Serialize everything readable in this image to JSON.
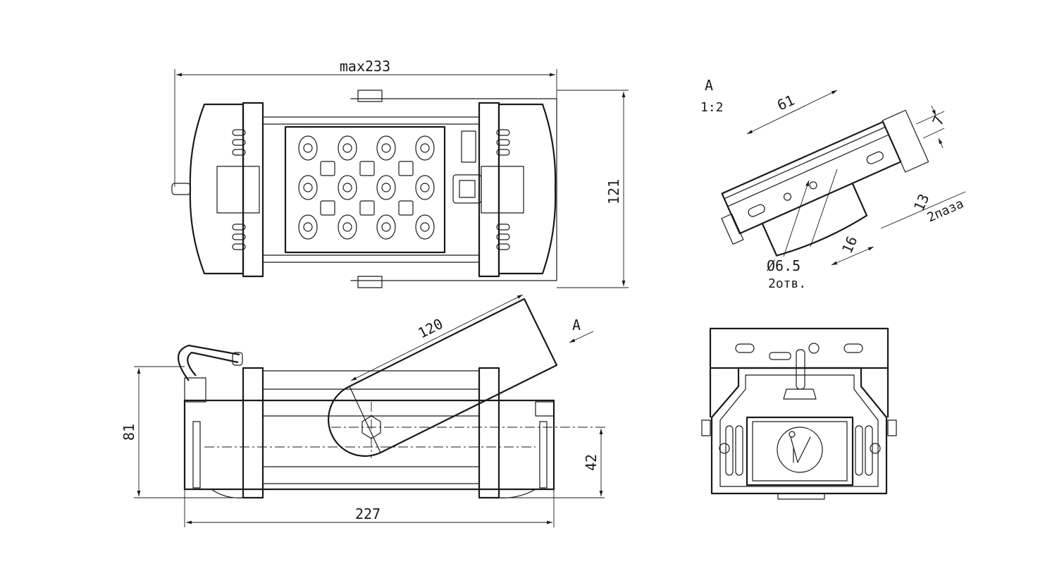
{
  "drawing": {
    "top_view": {
      "width_label": "max233",
      "height_label": "121"
    },
    "front_view": {
      "length_label": "227",
      "height_label": "81",
      "axis_height_label": "42",
      "arm_length_label": "120",
      "view_arrow_label": "A"
    },
    "detail_a": {
      "title": "A",
      "scale": "1:2",
      "slot_span_label": "61",
      "thickness_label": "7",
      "slot_width_label": "13",
      "slot_count_label": "2паза",
      "hole_spacing_label": "16",
      "hole_diameter_label": "Ø6.5",
      "hole_count_label": "2отв."
    }
  }
}
